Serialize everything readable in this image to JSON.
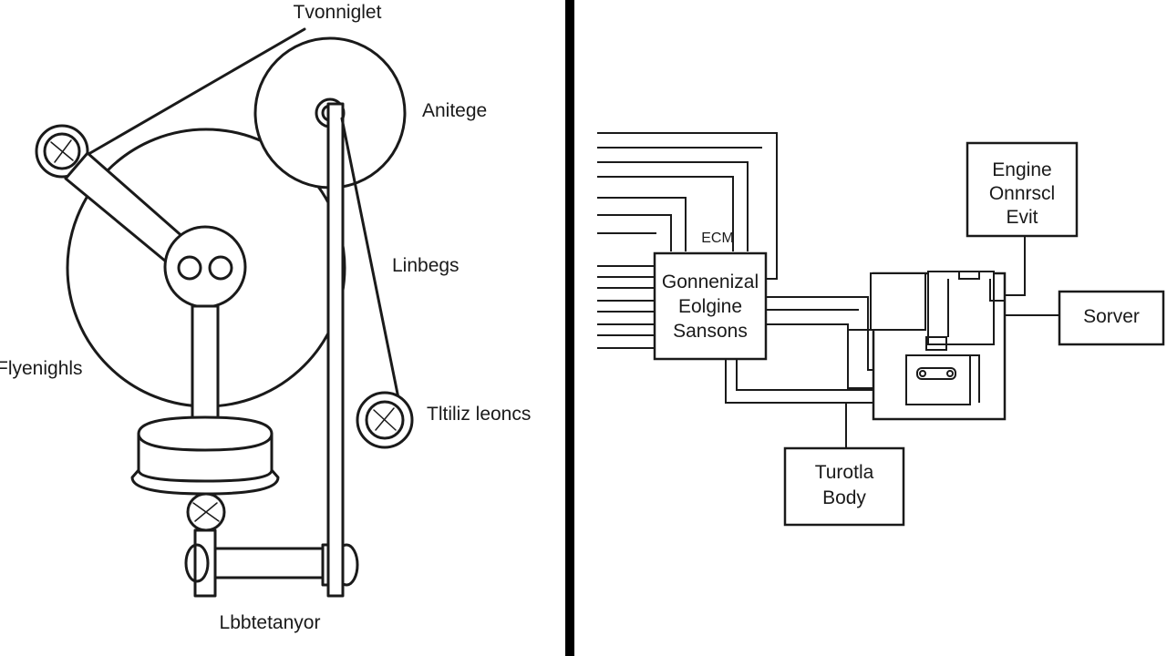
{
  "colors": {
    "ink": "#1a1a1a",
    "background": "#ffffff",
    "divider": "#000000"
  },
  "left_diagram": {
    "labels": {
      "top": "Tvonniglet",
      "right_upper": "Anitege",
      "right_middle": "Linbegs",
      "left": "Flyenighls",
      "right_lower": "Tltiliz leoncs",
      "bottom": "Lbbtetanyor"
    }
  },
  "right_diagram": {
    "small_label": "ECM",
    "sensors_box": [
      "Gonnenizal",
      "Eolgine",
      "Sansons"
    ],
    "ecu_box": [
      "Engine",
      "Onnrscl",
      "Evit"
    ],
    "sensor_box": "Sorver",
    "throttle_box": [
      "Turotla",
      "Body"
    ]
  }
}
